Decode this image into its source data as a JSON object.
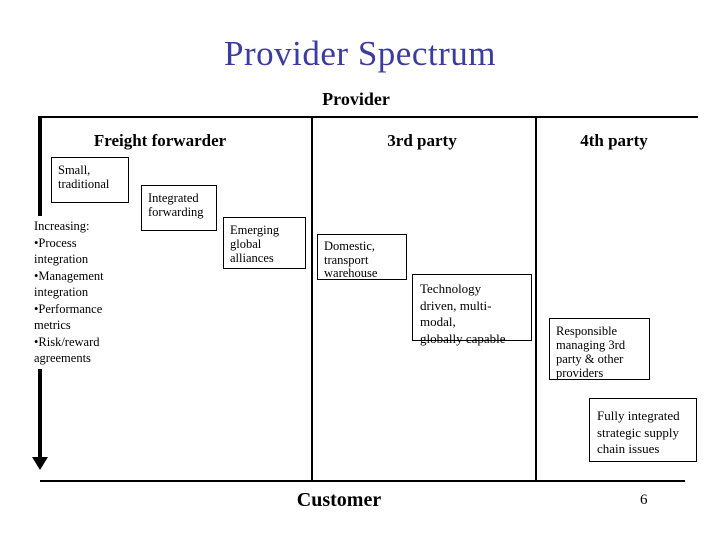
{
  "slide": {
    "title": "Provider Spectrum",
    "page_number": "6"
  },
  "colors": {
    "title": "#3C3CA0",
    "line": "#000000",
    "box_border": "#000000",
    "background": "#FFFFFF"
  },
  "spectrum": {
    "top_label": "Provider",
    "bottom_label": "Customer",
    "columns": [
      {
        "label": "Freight forwarder"
      },
      {
        "label": "3rd party"
      },
      {
        "label": "4th party"
      }
    ],
    "increasing": {
      "heading": "Increasing:",
      "items": [
        "Process integration",
        "Management integration",
        "Performance metrics",
        "Risk/reward agreements"
      ]
    },
    "stages": [
      {
        "name": "small-traditional",
        "lines": [
          "Small,",
          "traditional"
        ]
      },
      {
        "name": "integrated-forwarding",
        "lines": [
          "Integrated",
          "forwarding"
        ]
      },
      {
        "name": "emerging-global-alliances",
        "lines": [
          "Emerging",
          "global",
          "alliances"
        ]
      },
      {
        "name": "domestic-transport-warehouse",
        "lines": [
          "Domestic,",
          "transport",
          "warehouse"
        ]
      },
      {
        "name": "technology-driven",
        "lines": [
          "Technology",
          "driven, multi-",
          "modal,",
          "globally capable"
        ]
      },
      {
        "name": "responsible-managing",
        "lines": [
          "Responsible",
          "managing 3rd",
          "party & other",
          "providers"
        ]
      },
      {
        "name": "fully-integrated",
        "lines": [
          "Fully integrated",
          "strategic supply",
          "chain issues"
        ]
      }
    ]
  }
}
